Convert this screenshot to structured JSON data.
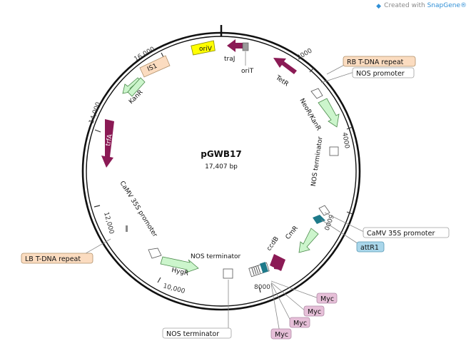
{
  "header": {
    "created_prefix": "Created with ",
    "created_brand": "SnapGene®"
  },
  "plasmid": {
    "name": "pGWB17",
    "size": "17,407 bp"
  },
  "ticks": [
    "2000",
    "4000",
    "6000",
    "8000",
    "10,000",
    "12,000",
    "14,000",
    "16,000"
  ],
  "features": {
    "oriV": "oriV",
    "traJ": "traJ",
    "oriT": "oriT",
    "TetR": "TetR",
    "IS1": "IS1",
    "KanR": "KanR",
    "trfA": "trfA",
    "NeoR": "NeoR/KanR",
    "NOS_term_right": "NOS terminator",
    "CmR": "CmR",
    "ccdB": "ccdB",
    "HygR": "HygR",
    "NOS_term_bottom": "NOS terminator",
    "CaMV_inner": "CaMV 35S promoter"
  },
  "callouts": {
    "rb": "RB T-DNA repeat",
    "nos_promoter": "NOS promoter",
    "camv": "CaMV 35S promoter",
    "attR1": "attR1",
    "lb": "LB T-DNA repeat",
    "nos_terminator": "NOS terminator",
    "myc1": "Myc",
    "myc2": "Myc",
    "myc3": "Myc",
    "myc4": "Myc"
  },
  "colors": {
    "purple": "#8b1a55",
    "green": "#ccf5cc",
    "green_stroke": "#4a8a4a",
    "yellow": "#ffff00",
    "orange": "#fbdcc0",
    "teal": "#1e7a8a",
    "attr_bg": "#a9d6ea",
    "myc_bg": "#e6bfd8",
    "box_stroke": "#a0a0a0"
  }
}
